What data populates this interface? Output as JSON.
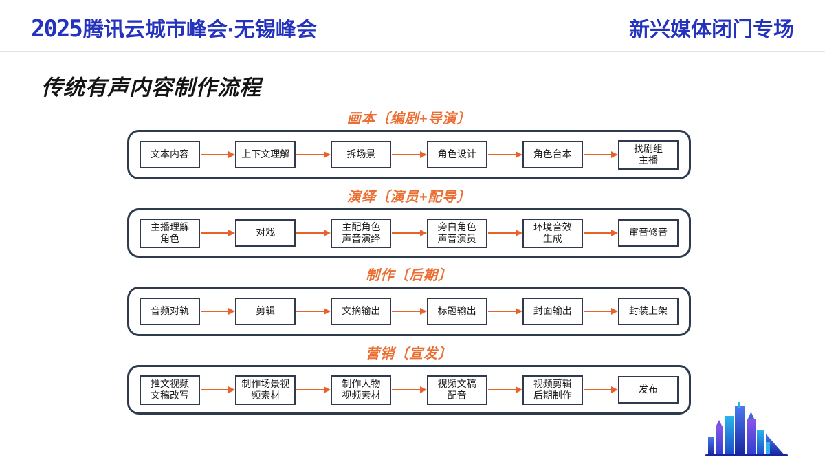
{
  "header": {
    "year": "2025",
    "title": "腾讯云城市峰会·无锡峰会",
    "right": "新兴媒体闭门专场"
  },
  "main": {
    "title": "传统有声内容制作流程"
  },
  "flow": {
    "groups": [
      {
        "title": "画本〔编剧+导演〕",
        "boxes": [
          "文本内容",
          "上下文理解",
          "拆场景",
          "角色设计",
          "角色台本",
          "找剧组\n主播"
        ]
      },
      {
        "title": "演绎〔演员+配导〕",
        "boxes": [
          "主播理解\n角色",
          "对戏",
          "主配角色\n声音演绎",
          "旁白角色\n声音演员",
          "环境音效\n生成",
          "审音修音"
        ]
      },
      {
        "title": "制作〔后期〕",
        "boxes": [
          "音频对轨",
          "剪辑",
          "文摘输出",
          "标题输出",
          "封面输出",
          "封装上架"
        ]
      },
      {
        "title": "营销〔宣发〕",
        "boxes": [
          "推文视频\n文稿改写",
          "制作场景视\n频素材",
          "制作人物\n视频素材",
          "视频文稿\n配音",
          "视频剪辑\n后期制作",
          "发布"
        ]
      }
    ]
  },
  "colors": {
    "header_blue": "#2433be",
    "label_orange": "#eb6f33",
    "arrow_orange": "#e8622d",
    "box_border": "#2f3b4d"
  },
  "icons": {
    "arrow": "arrow-right-icon",
    "skyline": "city-skyline-graphic"
  }
}
